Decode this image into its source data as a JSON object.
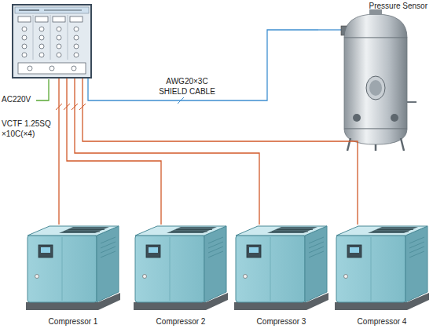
{
  "diagram": {
    "nodes": [
      {
        "text": []
      },
      {
        "text": [
          "Pressure Sensor"
        ]
      },
      {
        "text": [
          "Compressor 1"
        ]
      },
      {
        "text": [
          "Compressor 2"
        ]
      },
      {
        "text": [
          "Compressor 3"
        ]
      },
      {
        "text": [
          "Compressor 4"
        ]
      }
    ],
    "edges": [
      {
        "from": 0,
        "to": 2,
        "arrow": "none"
      },
      {
        "from": 0,
        "to": 3,
        "arrow": "none"
      },
      {
        "from": 0,
        "to": 4,
        "arrow": "none"
      },
      {
        "from": 0,
        "to": 5,
        "arrow": "none"
      },
      {
        "from": 0,
        "to": 1,
        "arrow": "none",
        "label": "AWG20×3C SHIELD CABLE"
      }
    ],
    "labels": [
      "AC220V",
      "VCTF 1.25SQ ×10C(×4)"
    ]
  }
}
